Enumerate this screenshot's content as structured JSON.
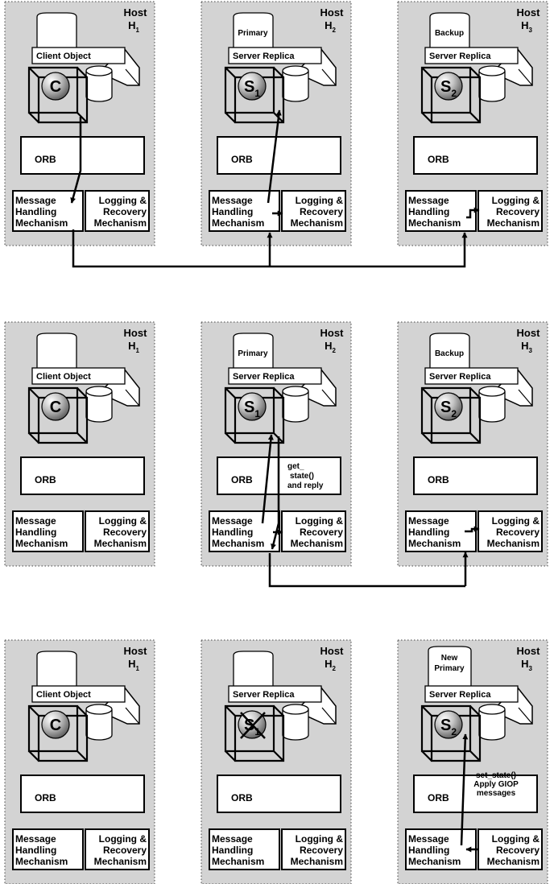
{
  "labels": {
    "host": "Host",
    "client_object": "Client Object",
    "server_replica": "Server Replica",
    "orb": "ORB",
    "primary": "Primary",
    "backup": "Backup",
    "new": "New",
    "mhm": [
      "Message",
      "Handling",
      "Mechanism"
    ],
    "lrm": [
      "Logging &",
      "Recovery",
      "Mechanism"
    ]
  },
  "hosts": [
    {
      "base": "H",
      "sub": "1"
    },
    {
      "base": "H",
      "sub": "2"
    },
    {
      "base": "H",
      "sub": "3"
    }
  ],
  "objects": {
    "client": {
      "base": "C",
      "sub": ""
    },
    "s1": {
      "base": "S",
      "sub": "1"
    },
    "s2": {
      "base": "S",
      "sub": "2"
    }
  },
  "annotations": {
    "get_state": [
      "get_",
      "state()",
      "and reply"
    ],
    "set_state": [
      "set_state()",
      "Apply GIOP",
      "messages"
    ]
  },
  "rows": [
    {
      "panels": [
        {
          "object": "client",
          "kind": "client",
          "tag": []
        },
        {
          "object": "s1",
          "kind": "server",
          "tag": [
            "Primary"
          ]
        },
        {
          "object": "s2",
          "kind": "server",
          "tag": [
            "Backup"
          ]
        }
      ]
    },
    {
      "panels": [
        {
          "object": "client",
          "kind": "client",
          "tag": []
        },
        {
          "object": "s1",
          "kind": "server",
          "tag": [
            "Primary"
          ]
        },
        {
          "object": "s2",
          "kind": "server",
          "tag": [
            "Backup"
          ]
        }
      ]
    },
    {
      "panels": [
        {
          "object": "client",
          "kind": "client",
          "tag": []
        },
        {
          "object": "s1",
          "kind": "server",
          "tag": [],
          "crossed": true
        },
        {
          "object": "s2",
          "kind": "server",
          "tag": [
            "New",
            "Primary"
          ]
        }
      ]
    }
  ]
}
